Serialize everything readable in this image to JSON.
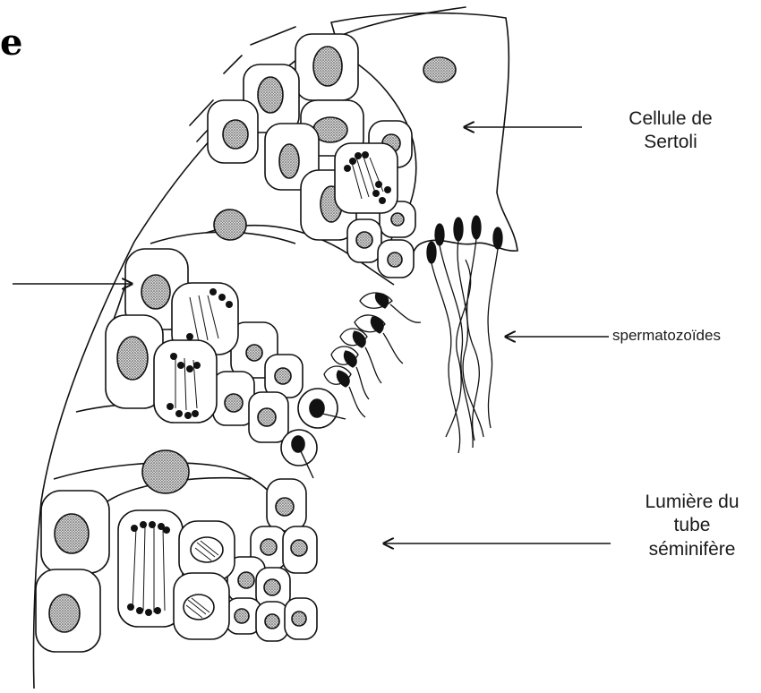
{
  "figure": {
    "heading_fragment": "e",
    "labels": {
      "sertoli_line1": "Cellule de",
      "sertoli_line2": "Sertoli",
      "spermatozoa": "spermatozoïdes",
      "lumen_line1": "Lumière du",
      "lumen_line2": "tube",
      "lumen_line3": "séminifère"
    }
  },
  "colors": {
    "ink": "#111111",
    "nucleus_fill": "#b3b3b3",
    "background": "#ffffff"
  }
}
